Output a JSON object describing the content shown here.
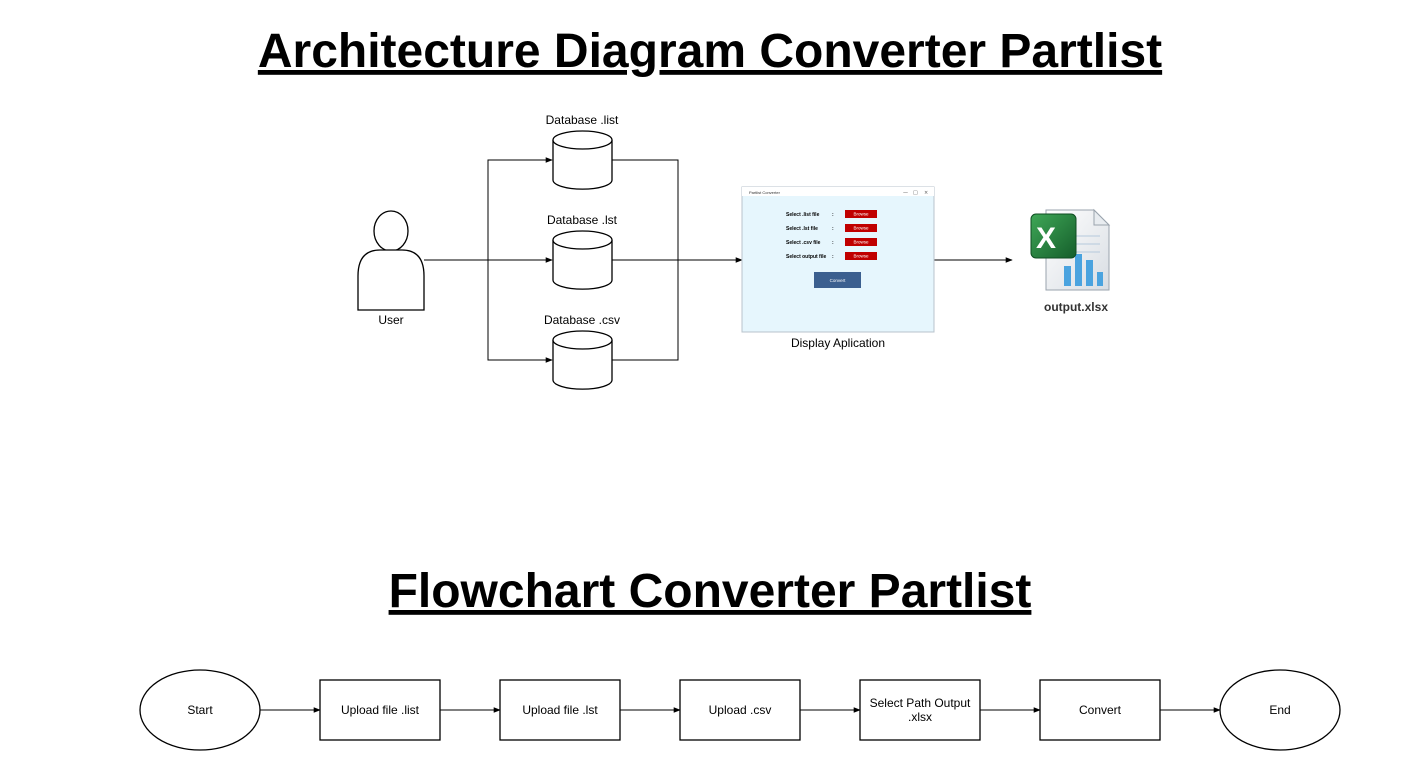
{
  "titles": {
    "architecture": "Architecture Diagram Converter Partlist",
    "flowchart": "Flowchart Converter Partlist"
  },
  "architecture": {
    "user_label": "User",
    "databases": [
      "Database .list",
      "Database .lst",
      "Database .csv"
    ],
    "app_label": "Display Aplication",
    "output_label": "output.xlsx",
    "app_window": {
      "title": "Partlist Converter",
      "rows": [
        "Select .list file",
        "Select .lst file",
        "Select .csv file",
        "Select output file"
      ],
      "separator": ":",
      "browse_label": "Browse",
      "convert_label": "Convert"
    }
  },
  "flowchart": {
    "start": "Start",
    "steps": [
      "Upload file .list",
      "Upload file .lst",
      "Upload .csv",
      "Select Path Output",
      "Convert"
    ],
    "step4_line2": ".xlsx",
    "end": "End"
  },
  "colors": {
    "app_bg": "#e6f6fd",
    "browse_red": "#c00000",
    "convert_blue": "#3b5f8f",
    "excel_green": "#1f7a3a",
    "chart_blue": "#4aa3df"
  }
}
